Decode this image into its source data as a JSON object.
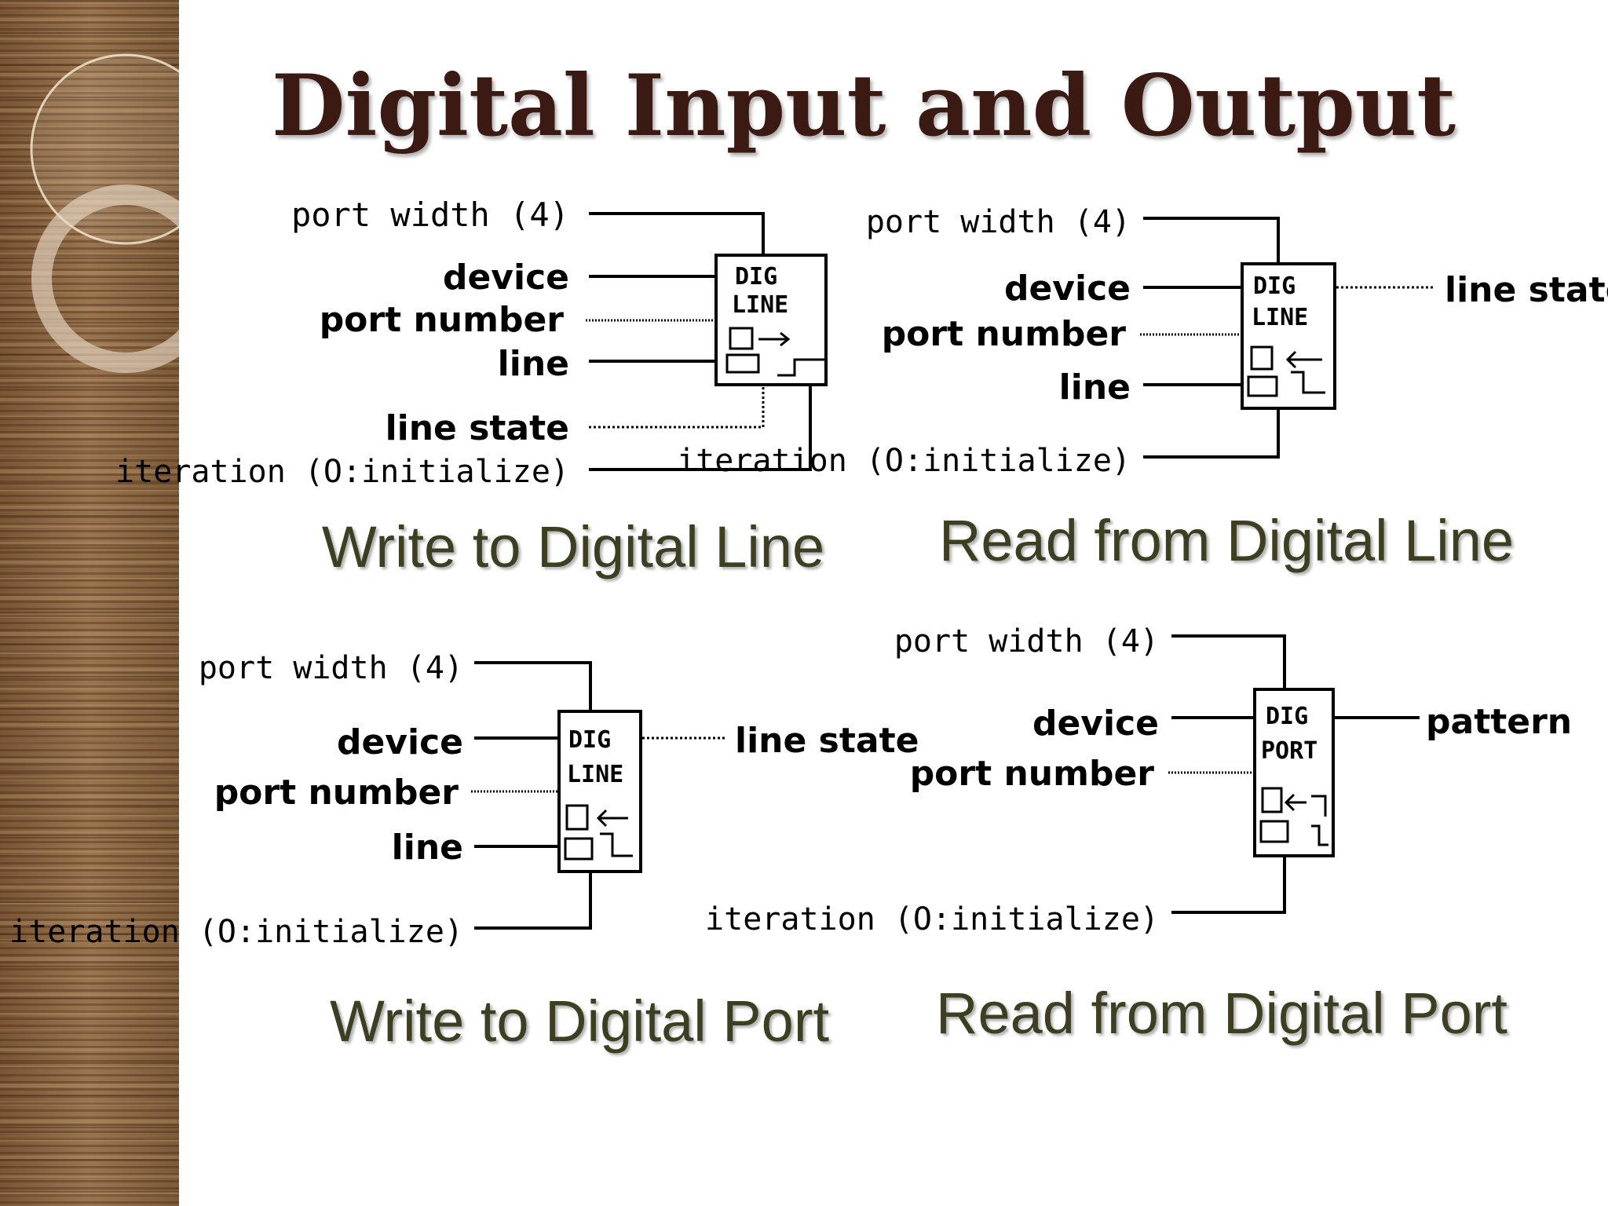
{
  "slide": {
    "title": "Digital Input and Output"
  },
  "diagrams": [
    {
      "caption": "Write to Digital Line",
      "icon_text": [
        "DIG",
        "LINE"
      ],
      "inputs": [
        "port width (4)",
        "device",
        "port number",
        "line",
        "line state",
        "iteration (O:initialize)"
      ],
      "outputs": []
    },
    {
      "caption": "Read from Digital Line",
      "icon_text": [
        "DIG",
        "LINE"
      ],
      "inputs": [
        "port width (4)",
        "device",
        "port number",
        "line",
        "iteration (O:initialize)"
      ],
      "outputs": [
        "line state"
      ]
    },
    {
      "caption": "Write to Digital Port",
      "icon_text": [
        "DIG",
        "LINE"
      ],
      "inputs": [
        "port width (4)",
        "device",
        "port number",
        "line",
        "iteration (O:initialize)"
      ],
      "outputs": [
        "line state"
      ]
    },
    {
      "caption": "Read from Digital Port",
      "icon_text": [
        "DIG",
        "PORT"
      ],
      "inputs": [
        "port width (4)",
        "device",
        "port number",
        "iteration (O:initialize)"
      ],
      "outputs": [
        "pattern"
      ]
    }
  ]
}
